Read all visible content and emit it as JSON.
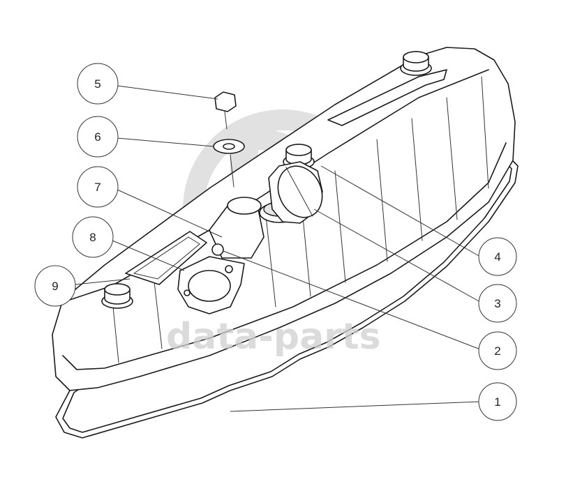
{
  "watermark": {
    "text": "data-parts",
    "color": "#cfcfcf"
  },
  "callouts": [
    {
      "id": "callout-1",
      "label": "1"
    },
    {
      "id": "callout-2",
      "label": "2"
    },
    {
      "id": "callout-3",
      "label": "3"
    },
    {
      "id": "callout-4",
      "label": "4"
    },
    {
      "id": "callout-5",
      "label": "5"
    },
    {
      "id": "callout-6",
      "label": "6"
    },
    {
      "id": "callout-7",
      "label": "7"
    },
    {
      "id": "callout-8",
      "label": "8"
    },
    {
      "id": "callout-9",
      "label": "9"
    }
  ],
  "colors": {
    "line": "#1a1a1a",
    "background": "#ffffff",
    "watermark": "#cfcfcf"
  }
}
